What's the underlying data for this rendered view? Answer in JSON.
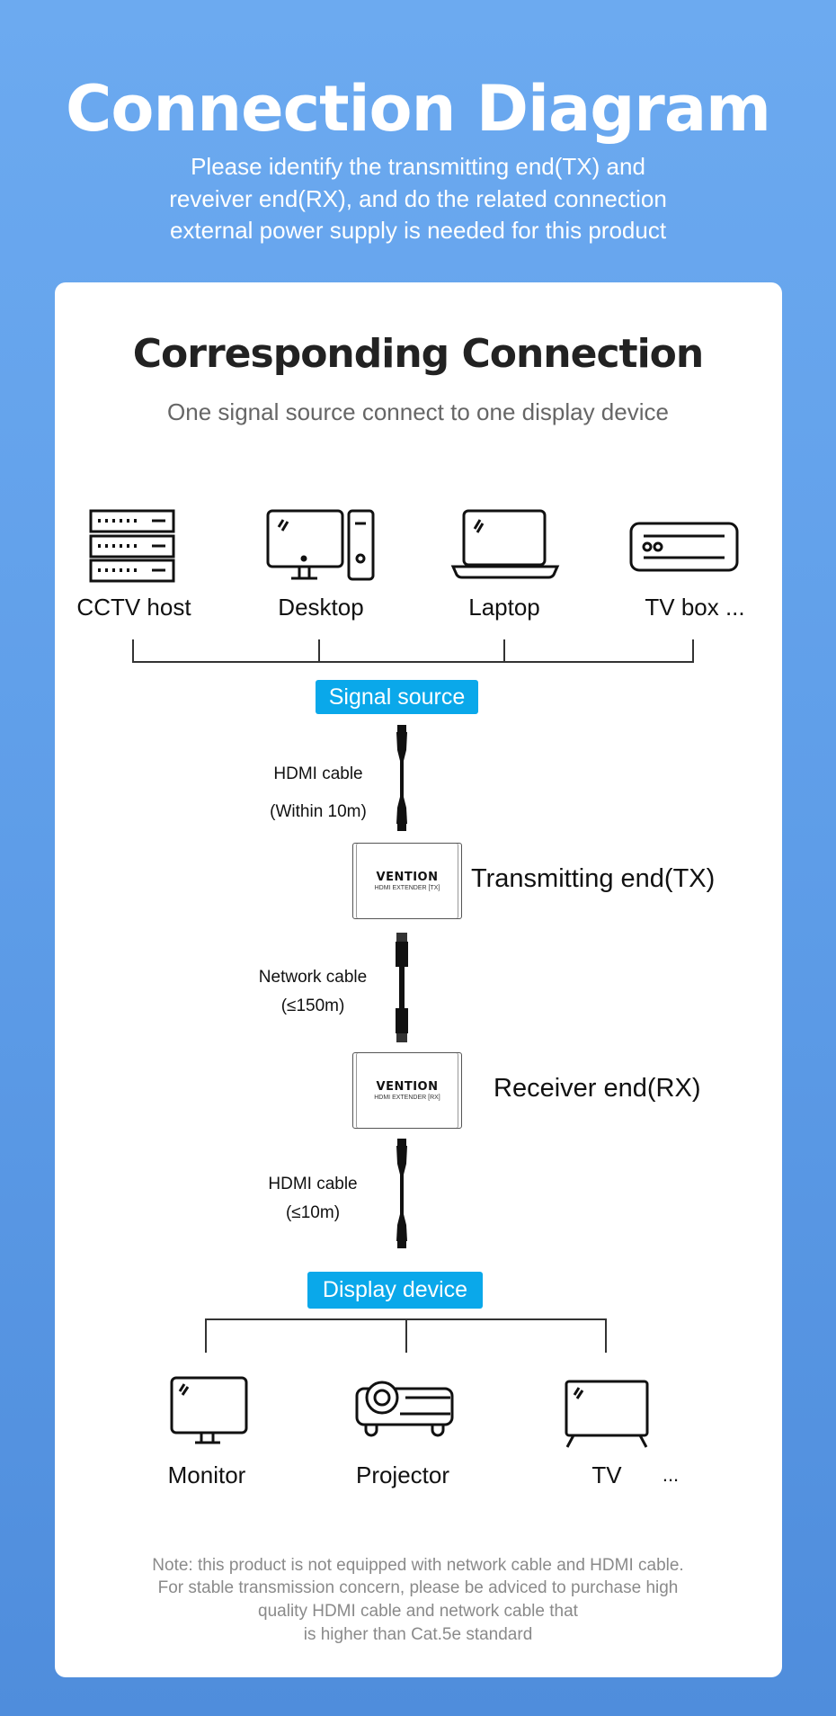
{
  "header": {
    "title": "Connection Diagram",
    "subtitle_lines": [
      "Please identify the transmitting end(TX) and",
      "reveiver end(RX), and do the related connection",
      "external power supply is needed for this product"
    ]
  },
  "card": {
    "title": "Corresponding Connection",
    "subtitle": "One signal source connect to one display device",
    "sources": [
      {
        "label": "CCTV host",
        "icon": "server-rack-icon"
      },
      {
        "label": "Desktop",
        "icon": "desktop-computer-icon"
      },
      {
        "label": "Laptop",
        "icon": "laptop-icon"
      },
      {
        "label": "TV box ...",
        "icon": "tv-box-icon"
      }
    ],
    "signal_source_badge": "Signal source",
    "cable1": {
      "name": "HDMI cable",
      "length": "(Within 10m)"
    },
    "tx": {
      "brand": "VENTION",
      "model": "HDMI EXTENDER [TX]",
      "label": "Transmitting end(TX)"
    },
    "cable2": {
      "name": "Network cable",
      "length": "(≤150m)"
    },
    "rx": {
      "brand": "VENTION",
      "model": "HDMI EXTENDER [RX]",
      "label": "Receiver end(RX)"
    },
    "cable3": {
      "name": "HDMI cable",
      "length": "(≤10m)"
    },
    "display_device_badge": "Display device",
    "displays": [
      {
        "label": "Monitor",
        "icon": "monitor-icon"
      },
      {
        "label": "Projector",
        "icon": "projector-icon"
      },
      {
        "label": "TV",
        "icon": "tv-icon"
      }
    ],
    "displays_more": "...",
    "note_lines": [
      "Note: this product is not equipped with network cable and HDMI cable.",
      "For stable transmission concern, please be adviced to purchase high",
      "quality HDMI cable and network cable that",
      "is higher than Cat.5e standard"
    ],
    "accent_color": "#0aa8ea"
  }
}
